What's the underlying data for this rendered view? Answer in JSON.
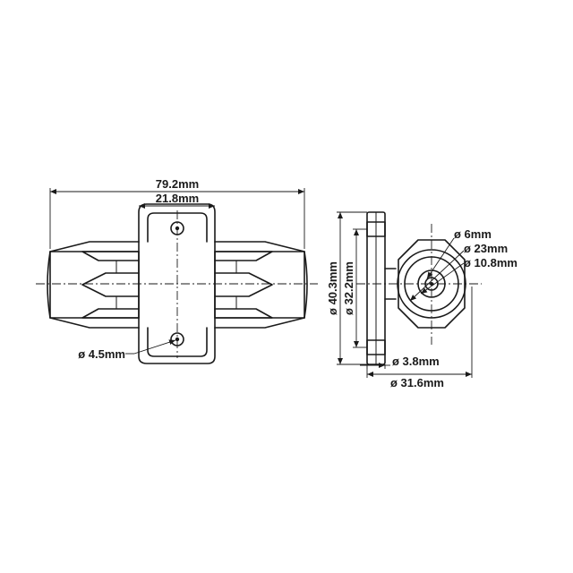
{
  "dimensions": {
    "overall_length": "79.2mm",
    "bracket_width": "21.8mm",
    "mount_hole": "ø 4.5mm",
    "total_height": "ø 40.3mm",
    "hole_spacing": "ø 32.2mm",
    "inner_hole": "ø 6mm",
    "body_diameter": "ø 23mm",
    "bore_diameter": "ø 10.8mm",
    "flange_thickness": "ø 3.8mm",
    "overall_depth": "ø 31.6mm"
  }
}
